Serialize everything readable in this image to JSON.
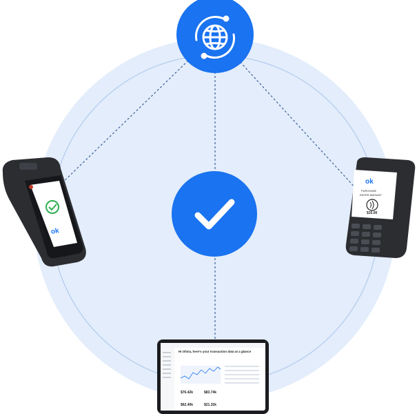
{
  "center_badge": {
    "icon": "checkmark-icon",
    "color": "#1a73f0"
  },
  "top_badge": {
    "icon": "globe-sync-icon",
    "color": "#1a73f0"
  },
  "colors": {
    "circle_fill": "#e3edfb",
    "circle_stroke": "#a9c4ea",
    "dash": "#3c5f95",
    "accent": "#1a73f0"
  },
  "left_terminal": {
    "status_text": "Accepted",
    "logo_text": "ok"
  },
  "right_terminal": {
    "logo_text": "ok",
    "prompt_line1": "PURCHASE",
    "prompt_line2": "ENTER AMOUNT",
    "amount": "$15.00"
  },
  "tablet": {
    "greeting": "Hi Olivia, here's your transaction data at a glance",
    "stat_1": "$76.42k",
    "stat_2": "$83.74k",
    "stat_3": "$62.40k",
    "stat_4": "$21.32k"
  }
}
